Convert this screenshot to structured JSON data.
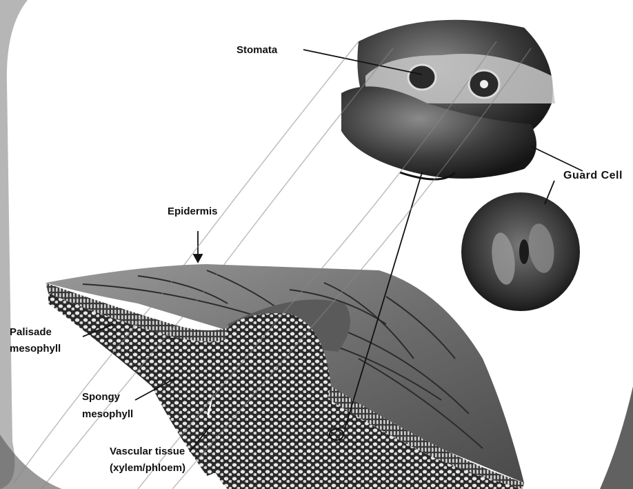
{
  "labels": {
    "stomata": "Stomata",
    "guard_cell": "Guard Cell",
    "epidermis": "Epidermis",
    "palisade_line1": "Palisade",
    "palisade_line2": "mesophyll",
    "spongy_line1": "Spongy",
    "spongy_line2": "mesophyll",
    "vascular_line1": "Vascular tissue",
    "vascular_line2": "(xylem/phloem)"
  }
}
